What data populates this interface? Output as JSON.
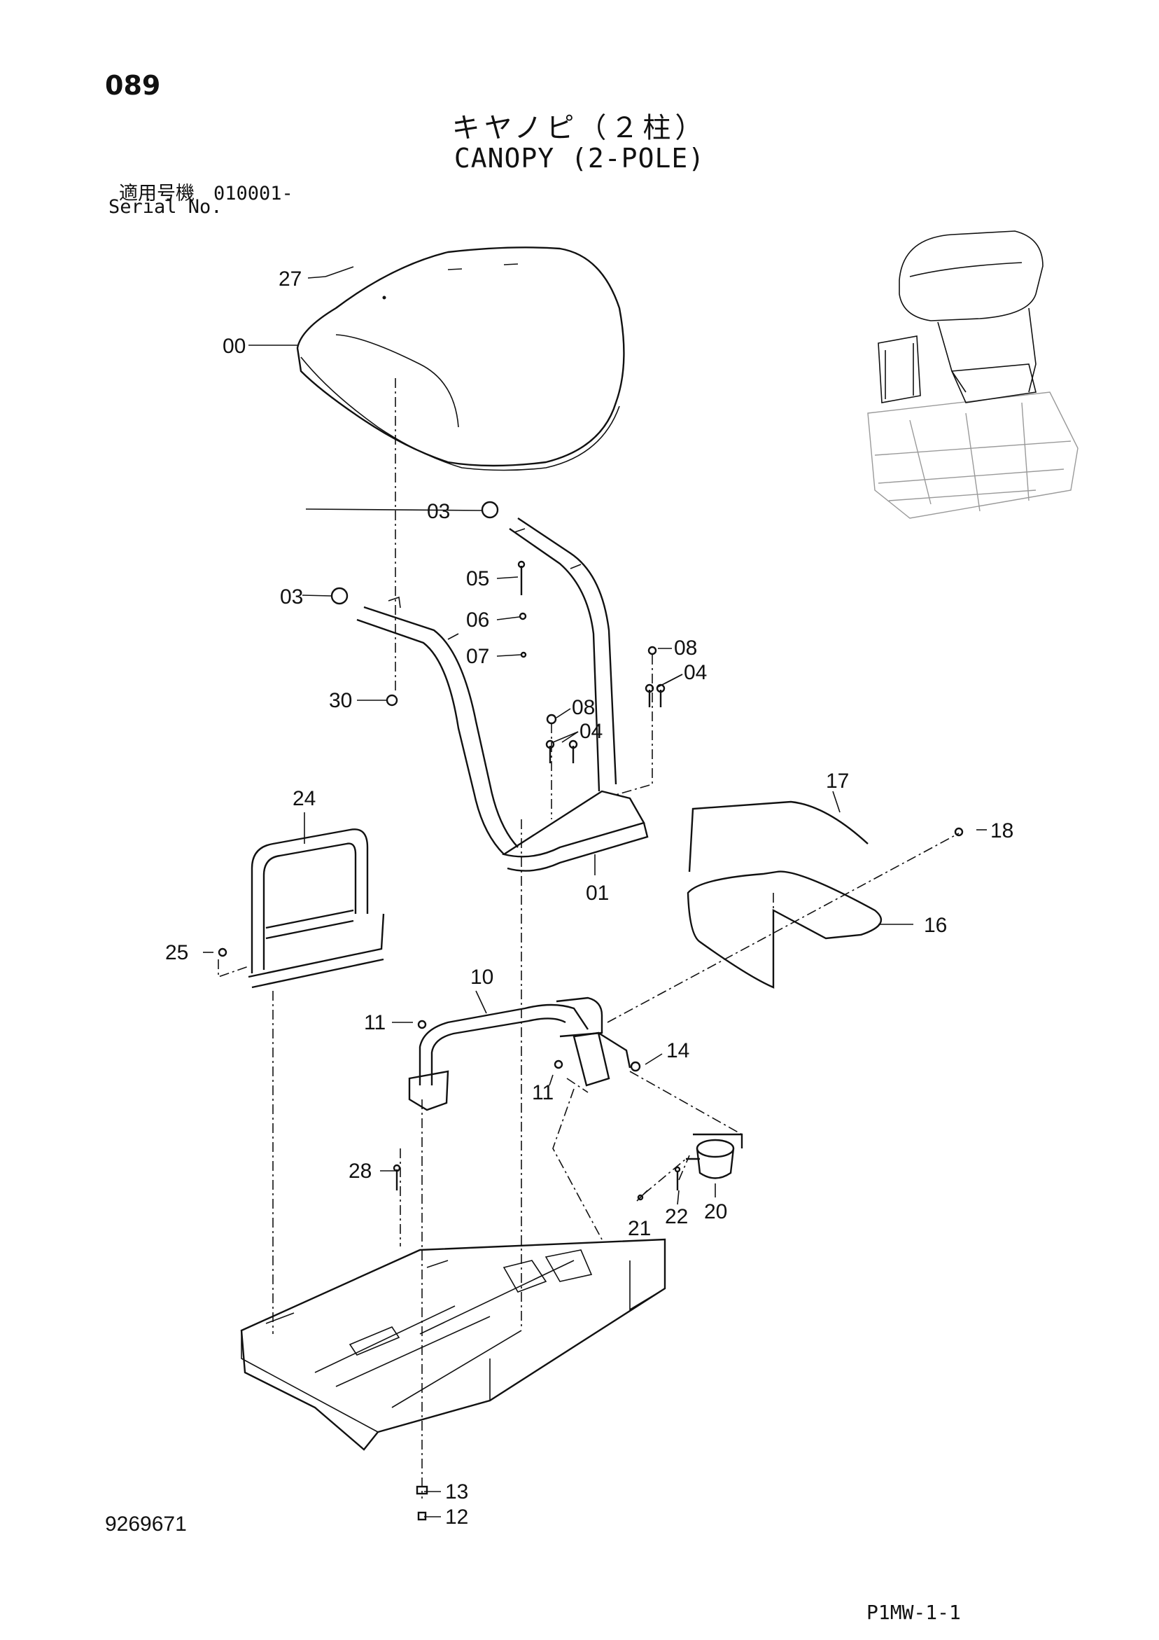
{
  "header": {
    "page_number": "089",
    "title_jp": "キヤノピ（２柱）",
    "title_en": "CANOPY (2-POLE)",
    "serial_label_jp": "適用号機　010001-",
    "serial_label_en": "Serial No."
  },
  "footer": {
    "document_number": "9269671",
    "page_code": "P1MW-1-1"
  },
  "callouts": {
    "c27": "27",
    "c00": "00",
    "c03a": "03",
    "c03b": "03",
    "c05": "05",
    "c06": "06",
    "c07": "07",
    "c30": "30",
    "c08a": "08",
    "c04a": "04",
    "c08b": "08",
    "c04b": "04",
    "c01": "01",
    "c24": "24",
    "c25": "25",
    "c17": "17",
    "c18": "18",
    "c16": "16",
    "c10": "10",
    "c11a": "11",
    "c11b": "11",
    "c14": "14",
    "c28": "28",
    "c21": "21",
    "c22": "22",
    "c20": "20",
    "c13": "13",
    "c12": "12"
  }
}
